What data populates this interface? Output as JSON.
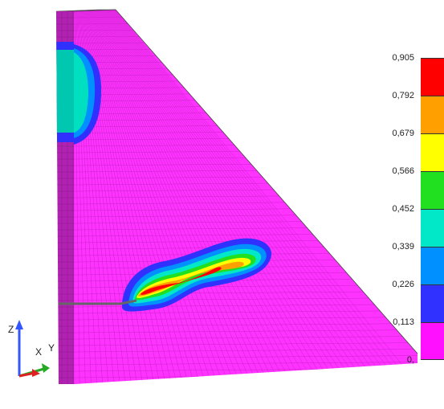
{
  "legend": {
    "labels": [
      "0,905",
      "0,792",
      "0,679",
      "0,566",
      "0,452",
      "0,339",
      "0,226",
      "0,113",
      "0,"
    ],
    "band_colors": [
      "#ff0000",
      "#ffa000",
      "#ffff00",
      "#20e020",
      "#00e8c8",
      "#0090ff",
      "#3030ff",
      "#ff10ff"
    ]
  },
  "colors": {
    "mesh_fill": "#ff33ff",
    "mesh_lines": "#cc22cc",
    "side_fill": "#b222b2",
    "top_fill": "#a01aa0",
    "hot_red": "#ff0000",
    "orange": "#ffa000",
    "yellow": "#ffff00",
    "green": "#20e020",
    "cyan": "#00e8c8",
    "blue": "#0090ff",
    "dark_blue": "#3030ff"
  },
  "axes": {
    "z_label": "Z",
    "x_label": "X",
    "y_label": "Y"
  }
}
